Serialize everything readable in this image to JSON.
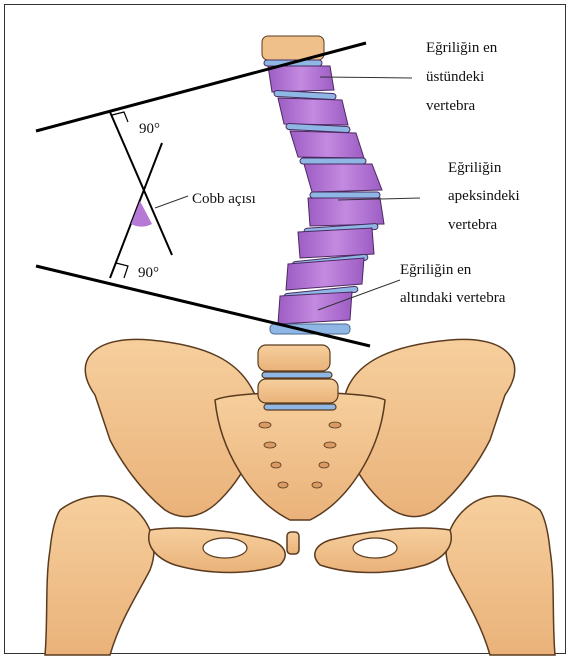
{
  "labels": {
    "top_vertebra": [
      "Eğriliğin en",
      "üstündeki",
      "vertebra"
    ],
    "apex_vertebra": [
      "Eğriliğin",
      "apeksindeki",
      "vertebra"
    ],
    "bottom_vertebra": [
      "Eğriliğin en",
      "altındaki vertebra"
    ],
    "cobb_angle": "Cobb açısı",
    "angle_top": "90°",
    "angle_bottom": "90°"
  },
  "colors": {
    "vertebra_purple": "#b779d6",
    "disc_blue": "#8fb7e6",
    "bone": "#f3c38e",
    "bone_outline": "#5a3b1f"
  }
}
